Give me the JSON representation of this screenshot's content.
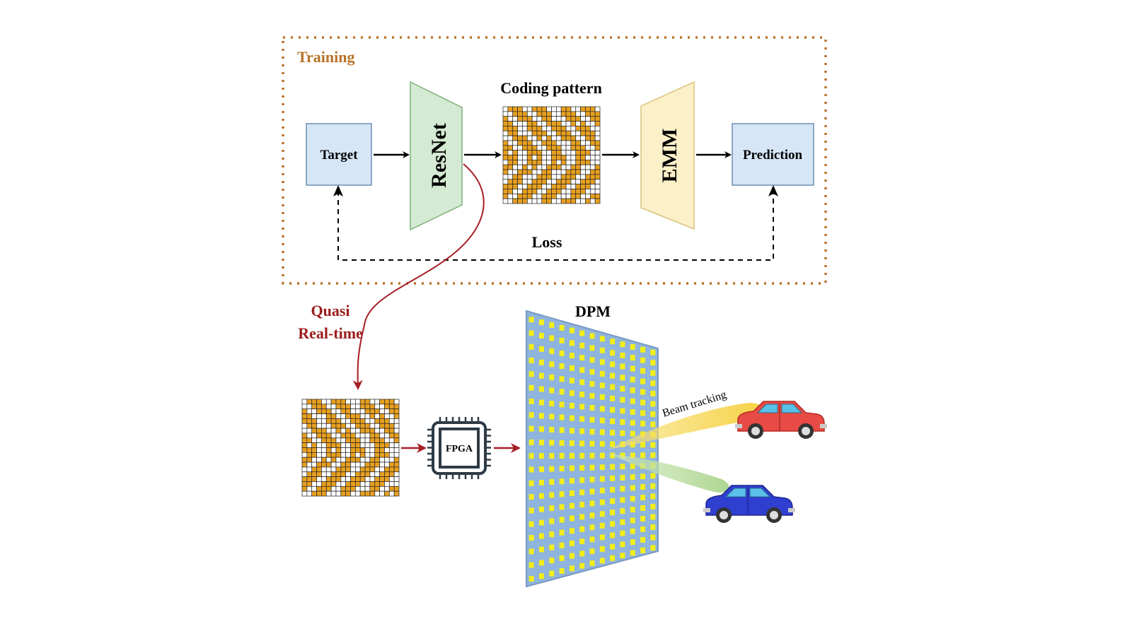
{
  "training": {
    "title": "Training",
    "target_label": "Target",
    "resnet_label": "ResNet",
    "coding_pattern_label": "Coding pattern",
    "emm_label": "EMM",
    "prediction_label": "Prediction",
    "loss_label": "Loss"
  },
  "deployment": {
    "quasi_line1": "Quasi",
    "quasi_line2": "Real-time",
    "fpga_label": "FPGA",
    "dpm_label": "DPM",
    "beam_label": "Beam tracking"
  },
  "colors": {
    "training_border": "#b8732a",
    "training_title": "#b8732a",
    "quasi_red": "#9b1c1c",
    "box_fill": "#d6e6f7",
    "box_stroke": "#6b8fb0",
    "resnet_fill": "#d5ead2",
    "resnet_stroke": "#7fb07a",
    "emm_fill": "#fbf0c8",
    "emm_stroke": "#d9c27a",
    "pattern_orange": "#e8a020",
    "dpm_fill": "#8fb4de",
    "dpm_patch": "#f2ee1a",
    "beam_yellow": "#f6d44a",
    "beam_green": "#b6dc9a",
    "car_red": "#e84a45",
    "car_blue": "#2f3fd0"
  }
}
